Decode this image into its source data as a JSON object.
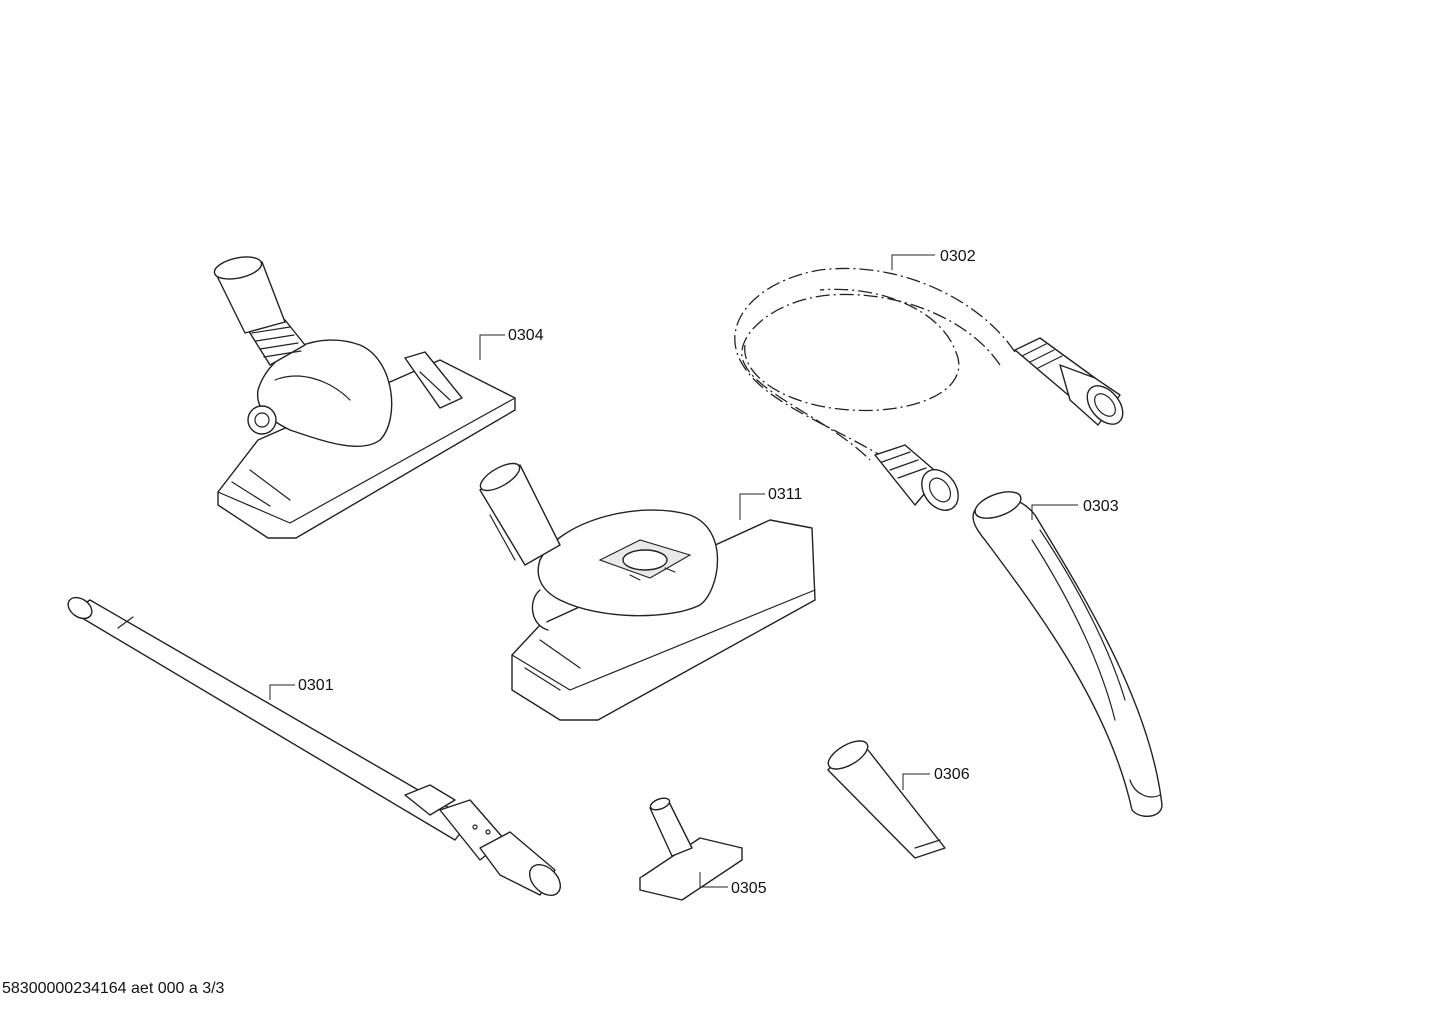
{
  "parts": [
    {
      "id": "0301",
      "name": "telescopic-tube"
    },
    {
      "id": "0302",
      "name": "suction-hose"
    },
    {
      "id": "0303",
      "name": "hose-handle"
    },
    {
      "id": "0304",
      "name": "floor-nozzle"
    },
    {
      "id": "0305",
      "name": "upholstery-nozzle"
    },
    {
      "id": "0306",
      "name": "crevice-nozzle"
    },
    {
      "id": "0311",
      "name": "turbo-brush"
    }
  ],
  "footer": "58300000234164 aet 000 a 3/3"
}
